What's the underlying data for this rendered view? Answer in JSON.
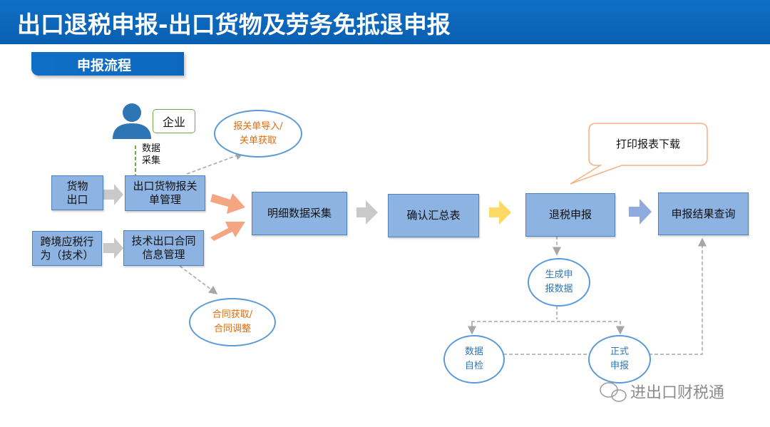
{
  "header": {
    "title": "出口退税申报-出口货物及劳务免抵退申报"
  },
  "section_tag": "申报流程",
  "actors": {
    "enterprise": "企业",
    "data_collect": "数据\n采集"
  },
  "boxes": {
    "goods_export": "货物\n出口",
    "cross_border": "跨境应税行\n为（技术）",
    "customs_mgmt": "出口货物报关\n单管理",
    "tech_contract": "技术出口合同\n信息管理",
    "detail_collect": "明细数据采集",
    "confirm_summary": "确认汇总表",
    "refund_declare": "退税申报",
    "result_query": "申报结果查询"
  },
  "ovals": {
    "customs_import": "报关单导入/\n关单获取",
    "contract_get": "合同获取/\n合同调整",
    "gen_data": "生成申\n报数据",
    "self_check": "数据\n自检",
    "formal_declare": "正式\n申报"
  },
  "callout": "打印报表下载",
  "watermark": "进出口财税通",
  "colors": {
    "header_blue": "#0f6fc6",
    "box_fill": "#8db3e2",
    "box_border": "#4f81bd",
    "oval_border": "#5b9bd5",
    "orange_text": "#e46c0a",
    "arrow_orange": "#f4a582",
    "arrow_yellow": "#ffd966",
    "arrow_blue": "#8faadc",
    "arrow_gray": "#bfbfbf",
    "callout_border": "#f4b183"
  }
}
